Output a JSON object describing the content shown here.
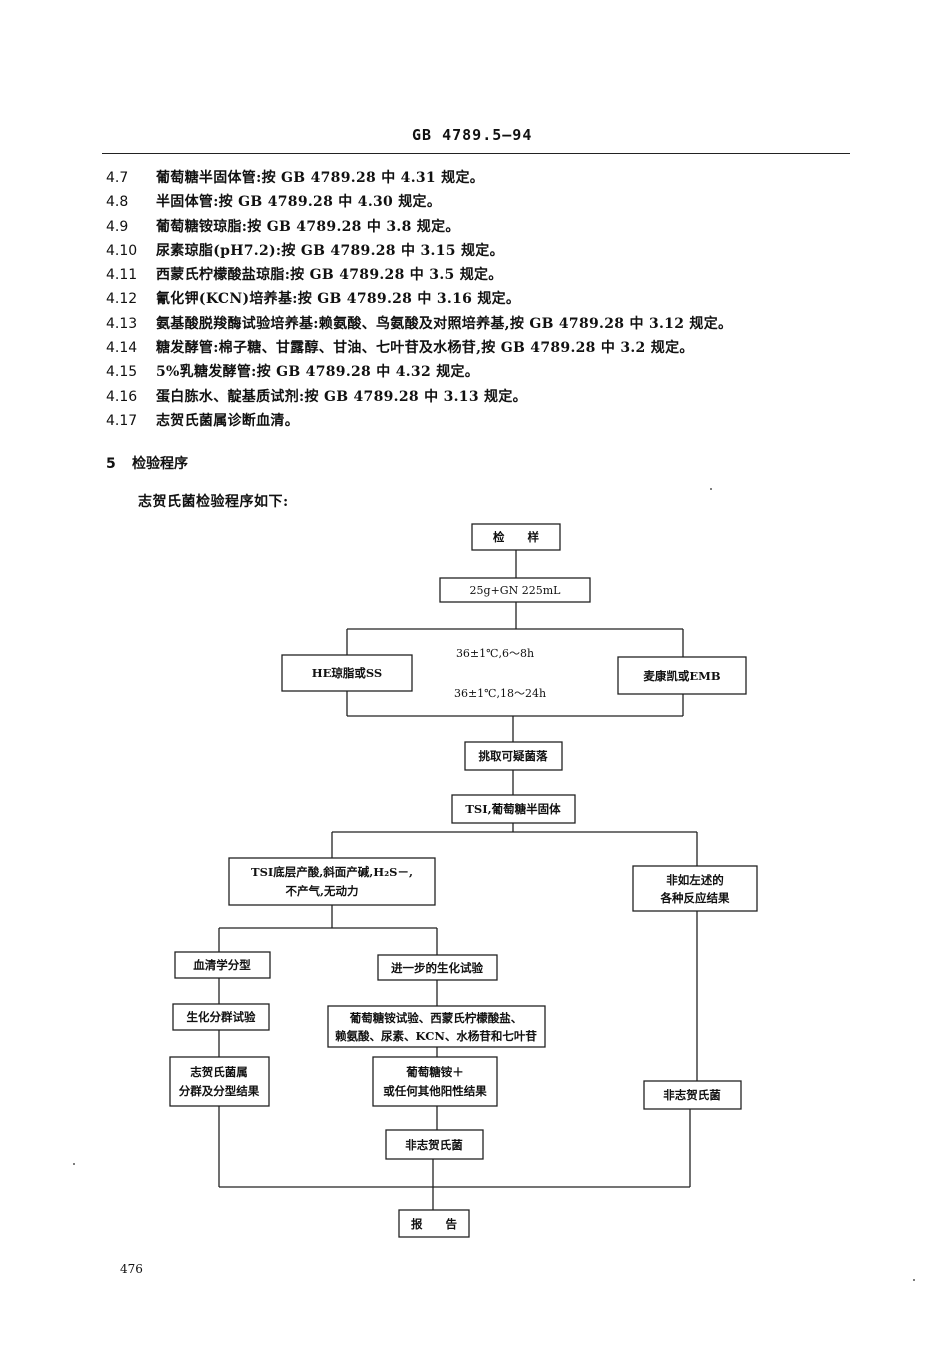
{
  "header": {
    "code": "GB 4789.5—94"
  },
  "items": [
    {
      "num": "4.7",
      "text": "葡萄糖半固体管:按 GB 4789.28 中 4.31 规定。"
    },
    {
      "num": "4.8",
      "text": "半固体管:按 GB 4789.28 中 4.30 规定。"
    },
    {
      "num": "4.9",
      "text": "葡萄糖铵琼脂:按 GB 4789.28 中 3.8 规定。"
    },
    {
      "num": "4.10",
      "text": "尿素琼脂(pH7.2):按 GB 4789.28 中 3.15 规定。"
    },
    {
      "num": "4.11",
      "text": "西蒙氏柠檬酸盐琼脂:按 GB 4789.28 中 3.5 规定。"
    },
    {
      "num": "4.12",
      "text": "氰化钾(KCN)培养基:按 GB 4789.28 中 3.16 规定。"
    },
    {
      "num": "4.13",
      "text": "氨基酸脱羧酶试验培养基:赖氨酸、鸟氨酸及对照培养基,按 GB 4789.28 中 3.12 规定。"
    },
    {
      "num": "4.14",
      "text": "糖发酵管:棉子糖、甘露醇、甘油、七叶苷及水杨苷,按 GB 4789.28 中 3.2 规定。"
    },
    {
      "num": "4.15",
      "text": "5%乳糖发酵管:按 GB 4789.28 中 4.32 规定。"
    },
    {
      "num": "4.16",
      "text": "蛋白胨水、靛基质试剂:按 GB 4789.28 中 3.13 规定。"
    },
    {
      "num": "4.17",
      "text": "志贺氏菌属诊断血清。"
    }
  ],
  "section": {
    "num": "5",
    "title": "检验程序"
  },
  "intro": "志贺氏菌检验程序如下:",
  "flowchart": {
    "sample": "检　　样",
    "enrich": "25g+GN 225mL",
    "cond1": "36±1℃,6～8h",
    "cond2": "36±1℃,18～24h",
    "plate_left": "HE琼脂或SS",
    "plate_right": "麦康凯或EMB",
    "pick": "挑取可疑菌落",
    "tsi": "TSI,葡萄糖半固体",
    "tsi_result_line1": "TSI底层产酸,斜面产碱,H₂S－,",
    "tsi_result_line2": "不产气,无动力",
    "other_result_line1": "非如左述的",
    "other_result_line2": "各种反应结果",
    "serology": "血清学分型",
    "further_biochem": "进一步的生化试验",
    "biochem_group": "生化分群试验",
    "tests_line1": "葡萄糖铵试验、西蒙氏柠檬酸盐、",
    "tests_line2": "赖氨酸、尿素、KCN、水杨苷和七叶苷",
    "shigella_line1": "志贺氏菌属",
    "shigella_line2": "分群及分型结果",
    "positive_line1": "葡萄糖铵＋",
    "positive_line2": "或任何其他阳性结果",
    "non_shigella_mid": "非志贺氏菌",
    "non_shigella_right": "非志贺氏菌",
    "report": "报　　告"
  },
  "page_number": "476"
}
